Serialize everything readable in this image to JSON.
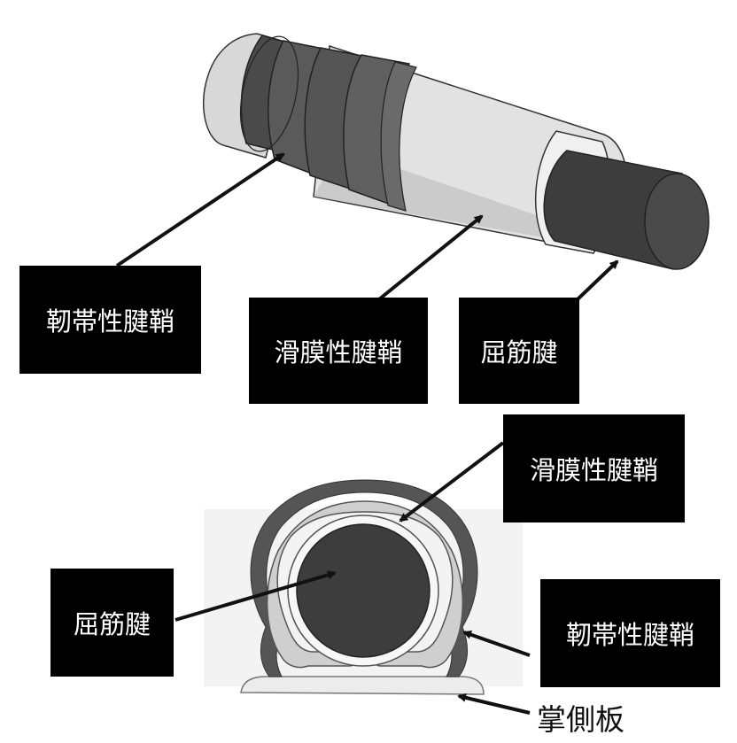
{
  "top_panel": {
    "labels": {
      "fibrous_sheath": "靭帯性腱鞘",
      "synovial_sheath": "滑膜性腱鞘",
      "flexor_tendon": "屈筋腱"
    }
  },
  "bottom_panel": {
    "labels": {
      "synovial_sheath": "滑膜性腱鞘",
      "flexor_tendon": "屈筋腱",
      "fibrous_sheath": "靭帯性腱鞘",
      "volar_plate": "掌側板"
    }
  },
  "colors": {
    "tendon_dark": "#3d3d3d",
    "fibrous_band": "#555555",
    "synovial_light": "#d6d6d6",
    "label_bg": "#000000",
    "label_text": "#ffffff"
  }
}
